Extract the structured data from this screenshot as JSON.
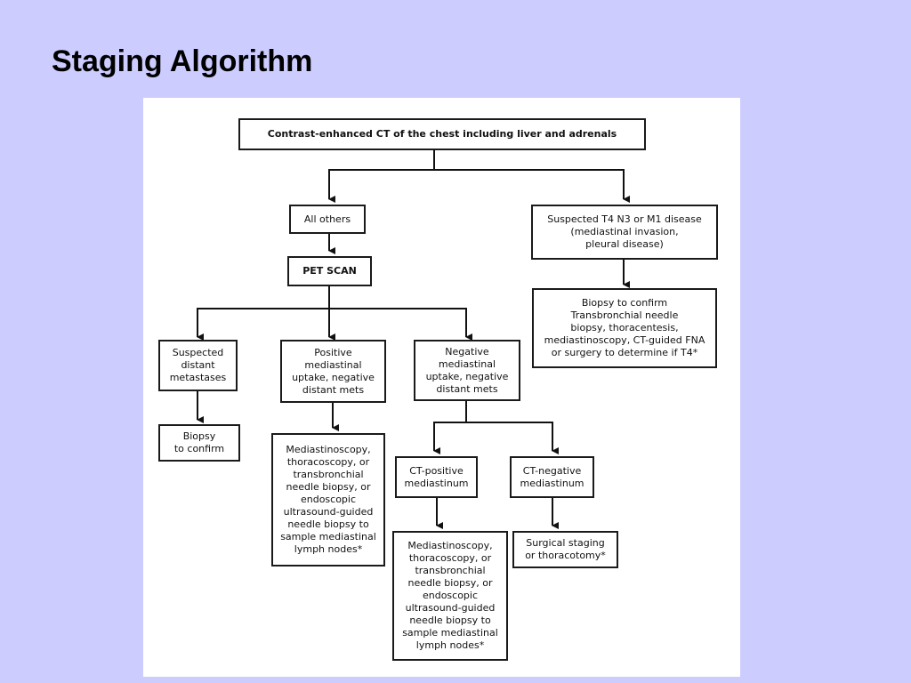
{
  "slide": {
    "title": "Staging Algorithm"
  },
  "nodes": {
    "ct": "Contrast-enhanced CT of the chest including liver and adrenals",
    "all_others": "All others",
    "suspected_t4": "Suspected T4 N3 or M1 disease\n(mediastinal invasion,\npleural disease)",
    "pet_scan": "PET SCAN",
    "biopsy_t4": "Biopsy to confirm\nTransbronchial needle\nbiopsy, thoracentesis,\nmediastinoscopy, CT-guided FNA\nor surgery to determine if T4*",
    "distant_mets": "Suspected\ndistant\nmetastases",
    "positive_uptake": "Positive\nmediastinal\nuptake, negative\ndistant mets",
    "negative_uptake": "Negative\nmediastinal\nuptake, negative\ndistant mets",
    "biopsy_confirm": "Biopsy\nto confirm",
    "mediastinoscopy_left": "Mediastinoscopy,\nthoracoscopy, or\ntransbronchial\nneedle biopsy, or\nendoscopic\nultrasound-guided\nneedle biopsy to\nsample mediastinal\nlymph nodes*",
    "ct_positive": "CT-positive\nmediastinum",
    "ct_negative": "CT-negative\nmediastinum",
    "mediastinoscopy_center": "Mediastinoscopy,\nthoracoscopy, or\ntransbronchial\nneedle biopsy, or\nendoscopic\nultrasound-guided\nneedle biopsy to\nsample mediastinal\nlymph nodes*",
    "surgical_staging": "Surgical staging\nor thoracotomy*"
  }
}
